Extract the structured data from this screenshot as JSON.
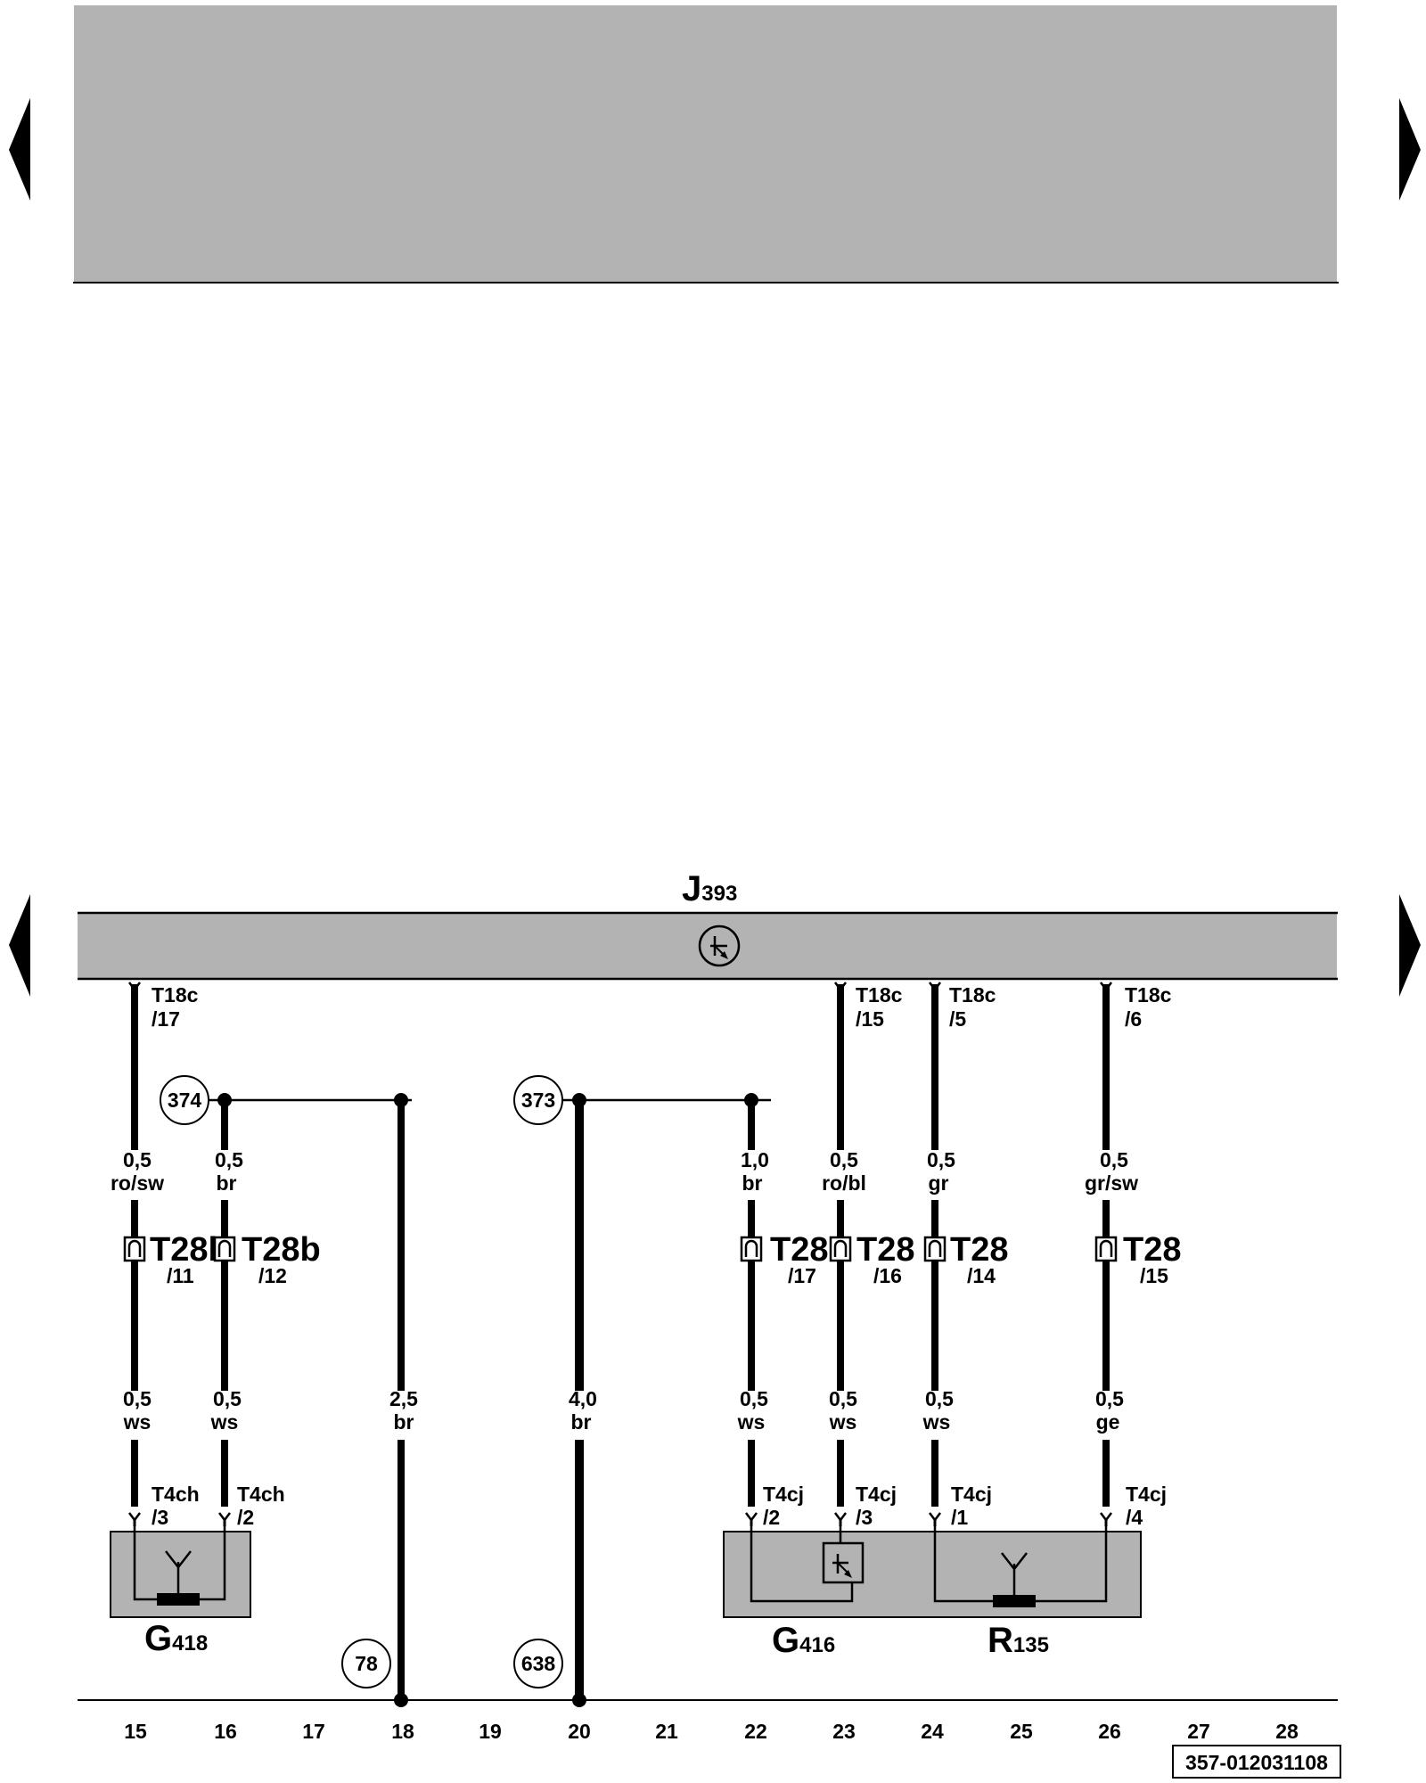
{
  "components": {
    "j393": {
      "letter": "J",
      "number": "393"
    },
    "g418": {
      "letter": "G",
      "number": "418"
    },
    "g416": {
      "letter": "G",
      "number": "416"
    },
    "r135": {
      "letter": "R",
      "number": "135"
    }
  },
  "top_connectors": [
    {
      "name": "T18c",
      "pin": "/17"
    },
    {
      "name": "T18c",
      "pin": "/15"
    },
    {
      "name": "T18c",
      "pin": "/5"
    },
    {
      "name": "T18c",
      "pin": "/6"
    }
  ],
  "ground_refs": [
    "374",
    "373"
  ],
  "bottom_refs": [
    "78",
    "638"
  ],
  "wire_specs_upper": [
    {
      "size": "0,5",
      "color": "ro/sw"
    },
    {
      "size": "0,5",
      "color": "br"
    },
    {
      "size": "1,0",
      "color": "br"
    },
    {
      "size": "0,5",
      "color": "ro/bl"
    },
    {
      "size": "0,5",
      "color": "gr"
    },
    {
      "size": "0,5",
      "color": "gr/sw"
    }
  ],
  "mid_connectors": [
    {
      "name": "T28b",
      "pin": "/11"
    },
    {
      "name": "T28b",
      "pin": "/12"
    },
    {
      "name": "T28",
      "pin": "/17"
    },
    {
      "name": "T28",
      "pin": "/16"
    },
    {
      "name": "T28",
      "pin": "/14"
    },
    {
      "name": "T28",
      "pin": "/15"
    }
  ],
  "wire_specs_lower": [
    {
      "size": "0,5",
      "color": "ws"
    },
    {
      "size": "0,5",
      "color": "ws"
    },
    {
      "size": "2,5",
      "color": "br"
    },
    {
      "size": "4,0",
      "color": "br"
    },
    {
      "size": "0,5",
      "color": "ws"
    },
    {
      "size": "0,5",
      "color": "ws"
    },
    {
      "size": "0,5",
      "color": "ws"
    },
    {
      "size": "0,5",
      "color": "ge"
    }
  ],
  "bottom_connectors": [
    {
      "name": "T4ch",
      "pin": "/3"
    },
    {
      "name": "T4ch",
      "pin": "/2"
    },
    {
      "name": "T4cj",
      "pin": "/2"
    },
    {
      "name": "T4cj",
      "pin": "/3"
    },
    {
      "name": "T4cj",
      "pin": "/1"
    },
    {
      "name": "T4cj",
      "pin": "/4"
    }
  ],
  "track_numbers": [
    "15",
    "16",
    "17",
    "18",
    "19",
    "20",
    "21",
    "22",
    "23",
    "24",
    "25",
    "26",
    "27",
    "28"
  ],
  "diagram_code": "357-012031108",
  "colors": {
    "component_fill": "#b3b3b3",
    "line": "#000000",
    "background": "#ffffff"
  }
}
